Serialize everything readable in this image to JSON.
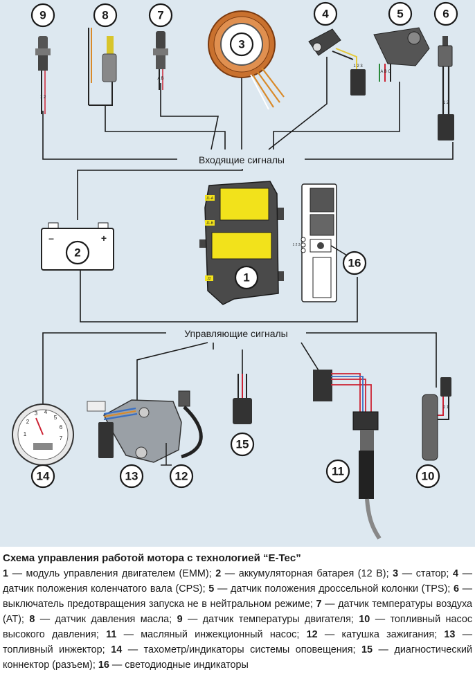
{
  "diagram": {
    "input_label": "Входящие сигналы",
    "output_label": "Управляющие сигналы",
    "battery_minus": "–",
    "battery_plus": "+",
    "callouts": [
      "1",
      "2",
      "3",
      "4",
      "5",
      "6",
      "7",
      "8",
      "9",
      "10",
      "11",
      "12",
      "13",
      "14",
      "15",
      "16"
    ],
    "tach_numbers": [
      "1",
      "2",
      "3",
      "4",
      "5",
      "6",
      "7"
    ],
    "connector_pins": {
      "item9": "1 2",
      "item7": "A B",
      "item4": "1 2 3",
      "item5": "A B C",
      "item6": "1 2",
      "item10": "2 1",
      "leds": "1 2 3"
    },
    "emm_labels": [
      "J1-A",
      "J1-B",
      "J2"
    ],
    "colors": {
      "panel": "#dde8f0",
      "module_yellow": "#f2e21b",
      "stator_copper": "#c9712e",
      "wire": "#1a1a1a"
    }
  },
  "caption": {
    "title": "Схема управления работой мотора с технологией “E-Tec”",
    "items": [
      {
        "num": "1",
        "text": " — модуль управления двигателем (EMM); "
      },
      {
        "num": "2",
        "text": " — аккумуляторная батарея (12 В); "
      },
      {
        "num": "3",
        "text": " — статор; "
      },
      {
        "num": "4",
        "text": " — датчик положения коленчатого вала (CPS); "
      },
      {
        "num": "5",
        "text": " — датчик положения дроссельной колонки (TPS); "
      },
      {
        "num": "6",
        "text": " — выключатель предотвращения запуска не в нейтральном режиме; "
      },
      {
        "num": "7",
        "text": " — датчик температуры воздуха (AT); "
      },
      {
        "num": "8",
        "text": " — датчик давления масла; "
      },
      {
        "num": "9",
        "text": " — датчик температуры двигателя; "
      },
      {
        "num": "10",
        "text": " — топливный насос высокого давления; "
      },
      {
        "num": "11",
        "text": " — масляный инжекционный насос; "
      },
      {
        "num": "12",
        "text": " — катушка зажигания; "
      },
      {
        "num": "13",
        "text": " — топливный инжектор; "
      },
      {
        "num": "14",
        "text": " — тахометр/индикаторы системы оповещения; "
      },
      {
        "num": "15",
        "text": " — диагностический коннектор (разъем); "
      },
      {
        "num": "16",
        "text": " — светодиодные индикаторы"
      }
    ]
  }
}
